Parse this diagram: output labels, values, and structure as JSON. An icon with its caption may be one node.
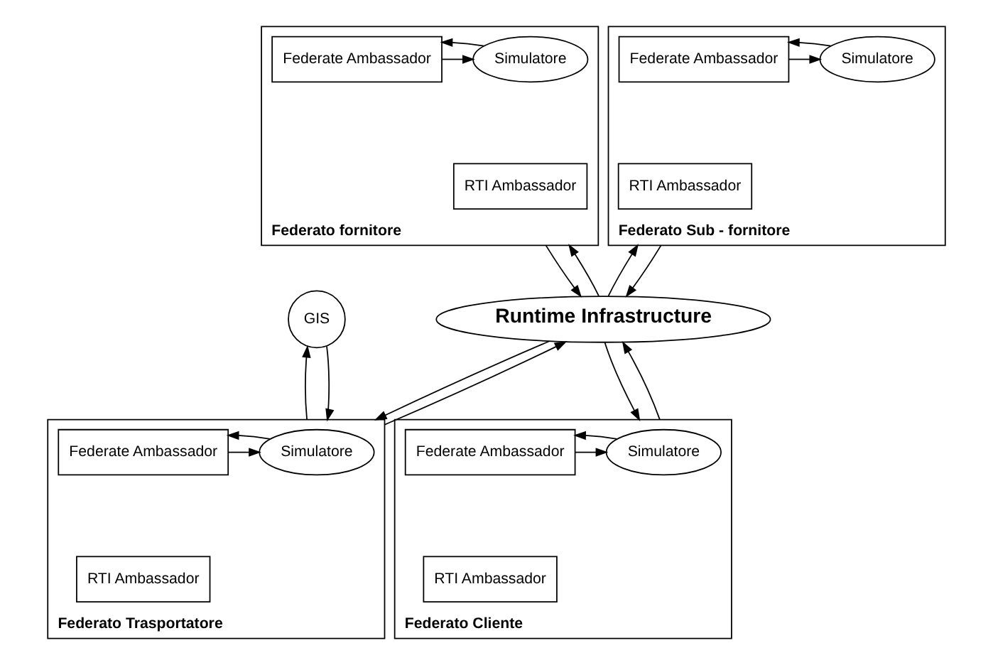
{
  "diagram": {
    "nodes": [
      {
        "text": [
          "Federato fornitore"
        ]
      },
      {
        "text": [
          "Simulatore"
        ],
        "in": 0
      },
      {
        "text": [
          "Federate Ambassador"
        ],
        "in": 0
      },
      {
        "text": [
          "RTI Ambassador"
        ],
        "in": 0
      },
      {
        "text": [
          "Federato Sub - fornitore"
        ]
      },
      {
        "text": [
          "Simulatore"
        ],
        "in": 4
      },
      {
        "text": [
          "Federate Ambassador"
        ],
        "in": 4
      },
      {
        "text": [
          "RTI Ambassador"
        ],
        "in": 4
      },
      {
        "text": [
          "GIS"
        ]
      },
      {
        "text": [
          "Runtime Infrastructure"
        ]
      },
      {
        "text": [
          "Federato Trasportatore"
        ]
      },
      {
        "text": [
          "Simulatore"
        ],
        "in": 10
      },
      {
        "text": [
          "Federate Ambassador"
        ],
        "in": 10
      },
      {
        "text": [
          "RTI Ambassador"
        ],
        "in": 10
      },
      {
        "text": [
          "Federato Cliente"
        ]
      },
      {
        "text": [
          "Simulatore"
        ],
        "in": 14
      },
      {
        "text": [
          "Federate Ambassador"
        ],
        "in": 14
      },
      {
        "text": [
          "RTI Ambassador"
        ],
        "in": 14
      }
    ],
    "edges": [
      {
        "from": 2,
        "to": 1,
        "arrow": "to"
      },
      {
        "from": 1,
        "to": 2,
        "arrow": "to"
      },
      {
        "from": 6,
        "to": 5,
        "arrow": "to"
      },
      {
        "from": 5,
        "to": 6,
        "arrow": "to"
      },
      {
        "from": 0,
        "to": 9,
        "arrow": "to"
      },
      {
        "from": 9,
        "to": 0,
        "arrow": "to"
      },
      {
        "from": 9,
        "to": 4,
        "arrow": "to"
      },
      {
        "from": 4,
        "to": 9,
        "arrow": "to"
      },
      {
        "from": 9,
        "to": 10,
        "arrow": "to"
      },
      {
        "from": 10,
        "to": 9,
        "arrow": "to"
      },
      {
        "from": 9,
        "to": 14,
        "arrow": "to"
      },
      {
        "from": 14,
        "to": 9,
        "arrow": "to"
      },
      {
        "from": 10,
        "to": 8,
        "arrow": "to"
      },
      {
        "from": 8,
        "to": 10,
        "arrow": "to"
      },
      {
        "from": 12,
        "to": 11,
        "arrow": "to"
      },
      {
        "from": 11,
        "to": 12,
        "arrow": "to"
      },
      {
        "from": 16,
        "to": 15,
        "arrow": "to"
      },
      {
        "from": 15,
        "to": 16,
        "arrow": "to"
      }
    ]
  }
}
